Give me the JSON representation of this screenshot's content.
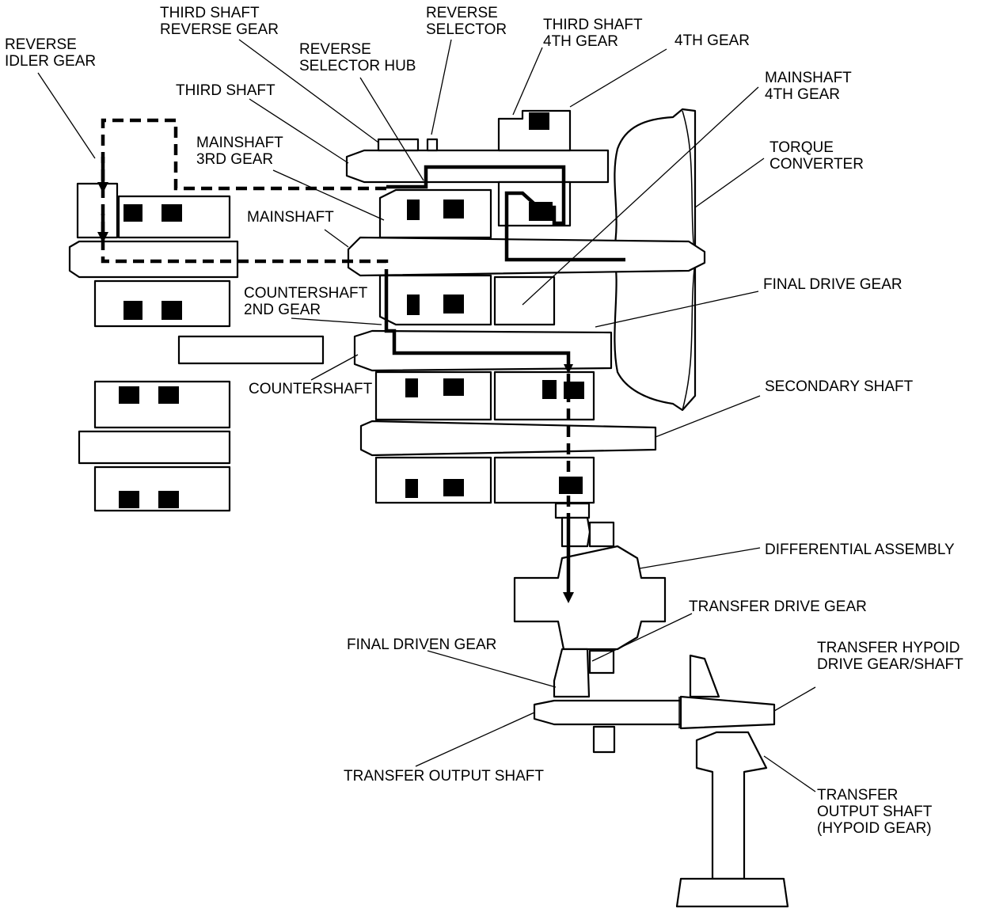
{
  "labels": {
    "reverse_idler_gear": [
      "REVERSE",
      "IDLER GEAR"
    ],
    "third_shaft_reverse_gear": [
      "THIRD SHAFT",
      "REVERSE GEAR"
    ],
    "reverse_selector": [
      "REVERSE",
      "SELECTOR"
    ],
    "third_shaft_4th_gear": [
      "THIRD SHAFT",
      "4TH GEAR"
    ],
    "fourth_gear": [
      "4TH GEAR"
    ],
    "reverse_selector_hub": [
      "REVERSE",
      "SELECTOR HUB"
    ],
    "third_shaft": [
      "THIRD SHAFT"
    ],
    "mainshaft_4th_gear": [
      "MAINSHAFT",
      "4TH GEAR"
    ],
    "mainshaft_3rd_gear": [
      "MAINSHAFT",
      "3RD GEAR"
    ],
    "torque_converter": [
      "TORQUE",
      "CONVERTER"
    ],
    "mainshaft": [
      "MAINSHAFT"
    ],
    "final_drive_gear": [
      "FINAL DRIVE GEAR"
    ],
    "countershaft_2nd_gear": [
      "COUNTERSHAFT",
      "2ND GEAR"
    ],
    "countershaft": [
      "COUNTERSHAFT"
    ],
    "secondary_shaft": [
      "SECONDARY SHAFT"
    ],
    "differential_assembly": [
      "DIFFERENTIAL ASSEMBLY"
    ],
    "transfer_drive_gear": [
      "TRANSFER DRIVE GEAR"
    ],
    "final_driven_gear": [
      "FINAL DRIVEN GEAR"
    ],
    "transfer_hypoid_drive_gear_shaft": [
      "TRANSFER HYPOID",
      "DRIVE GEAR/SHAFT"
    ],
    "transfer_output_shaft": [
      "TRANSFER OUTPUT SHAFT"
    ],
    "transfer_output_shaft_hypoid_gear": [
      "TRANSFER",
      "OUTPUT SHAFT",
      "(HYPOID GEAR)"
    ]
  }
}
